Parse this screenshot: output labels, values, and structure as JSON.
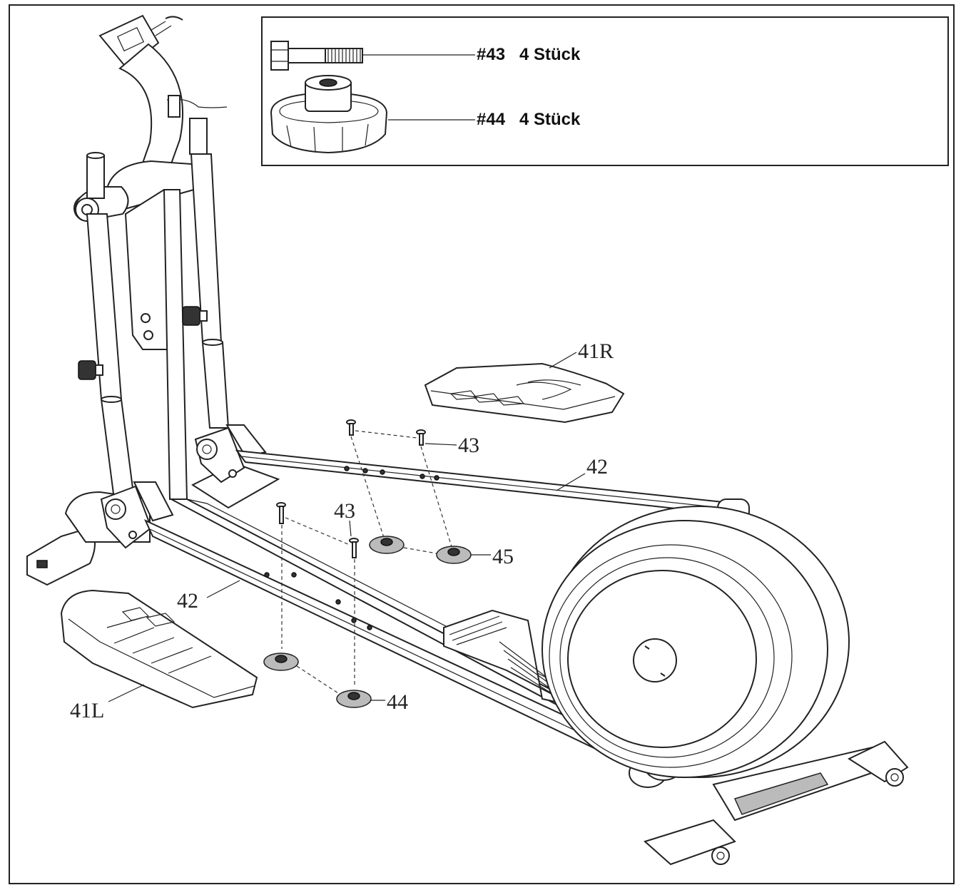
{
  "inset": {
    "items": [
      {
        "part": "#43",
        "qty": "4 Stück",
        "icon": "bolt-icon"
      },
      {
        "part": "#44",
        "qty": "4 Stück",
        "icon": "knob-nut-icon"
      }
    ]
  },
  "callouts": {
    "foot_pedal_right": "41R",
    "foot_pedal_left": "41L",
    "pedal_arm_right": "42",
    "pedal_arm_left": "42",
    "bolt_right": "43",
    "bolt_left": "43",
    "knob_right": "45",
    "knob_left": "44"
  }
}
